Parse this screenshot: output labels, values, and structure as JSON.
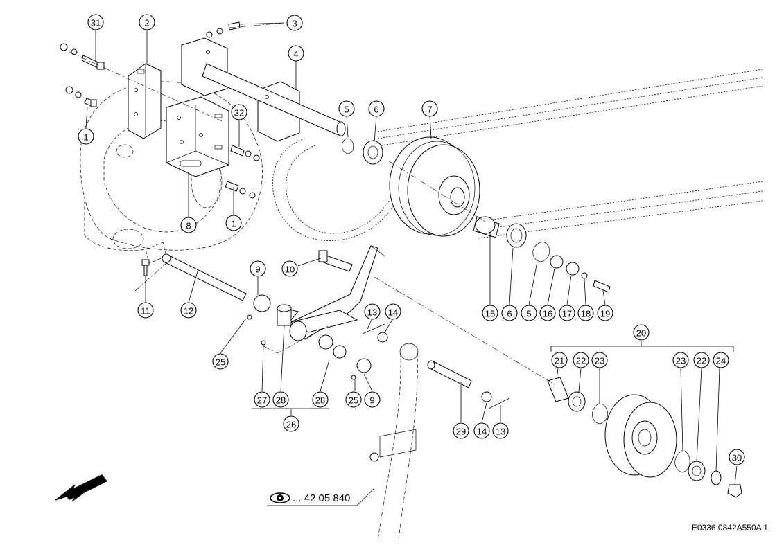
{
  "callouts": [
    {
      "label": "31"
    },
    {
      "label": "2"
    },
    {
      "label": "3"
    },
    {
      "label": "4"
    },
    {
      "label": "5"
    },
    {
      "label": "6"
    },
    {
      "label": "7"
    },
    {
      "label": "32"
    },
    {
      "label": "1"
    },
    {
      "label": "8"
    },
    {
      "label": "1"
    },
    {
      "label": "9"
    },
    {
      "label": "10"
    },
    {
      "label": "11"
    },
    {
      "label": "12"
    },
    {
      "label": "13"
    },
    {
      "label": "14"
    },
    {
      "label": "25"
    },
    {
      "label": "27"
    },
    {
      "label": "28"
    },
    {
      "label": "28"
    },
    {
      "label": "25"
    },
    {
      "label": "9"
    },
    {
      "label": "26"
    },
    {
      "label": "29"
    },
    {
      "label": "14"
    },
    {
      "label": "13"
    },
    {
      "label": "15"
    },
    {
      "label": "6"
    },
    {
      "label": "5"
    },
    {
      "label": "16"
    },
    {
      "label": "17"
    },
    {
      "label": "18"
    },
    {
      "label": "19"
    },
    {
      "label": "20"
    },
    {
      "label": "21"
    },
    {
      "label": "22"
    },
    {
      "label": "23"
    },
    {
      "label": "23"
    },
    {
      "label": "22"
    },
    {
      "label": "24"
    },
    {
      "label": "30"
    }
  ],
  "reference": {
    "text": "... 42 05 840",
    "icon": "eye-icon"
  },
  "drawing_code": "E0336 0842A550A 1"
}
